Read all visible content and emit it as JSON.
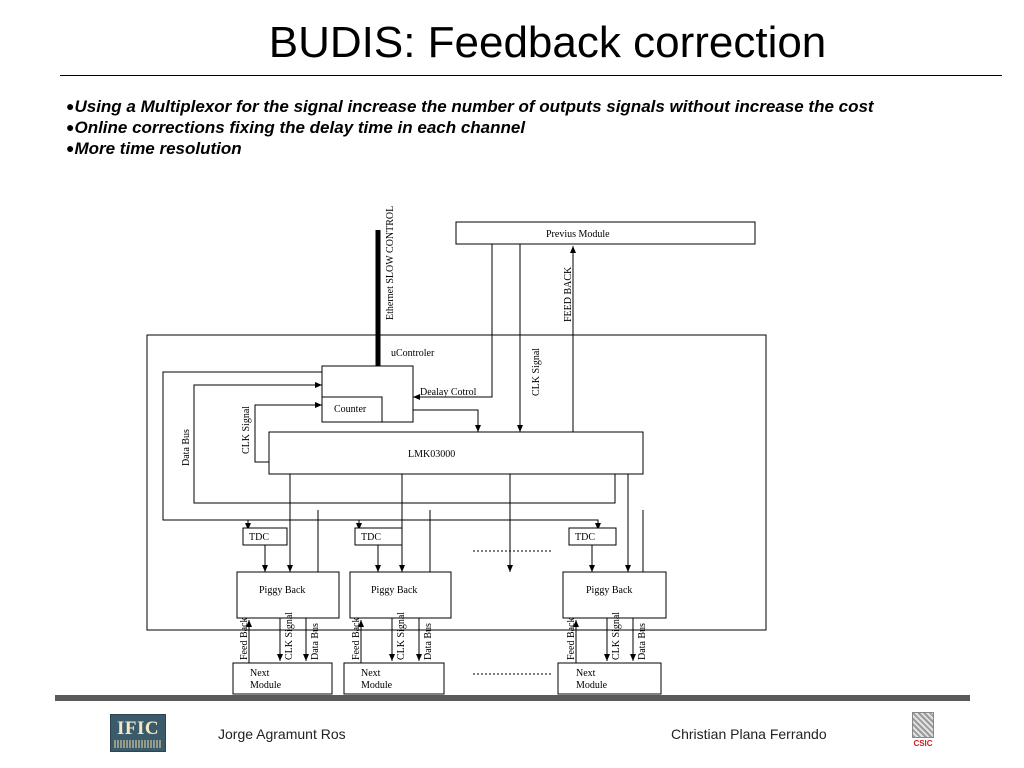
{
  "slide": {
    "title": "BUDIS: Feedback correction",
    "bullets": [
      "Using a Multiplexor for the signal increase the number of outputs signals without increase the cost",
      "Online corrections fixing the delay time in each channel",
      "More time resolution"
    ]
  },
  "diagram": {
    "previus_module": "Previus Module",
    "ethernet": "Ethernet SLOW CONTROL",
    "feedback_top": "FEED BACK",
    "ucontroler": "uControler",
    "counter": "Counter",
    "dealay_cotrol": "Dealay Cotrol",
    "clk_signal": "CLK Signal",
    "data_bus": "Data Bus",
    "lmk": "LMK03000",
    "tdc": "TDC",
    "piggy_back": "Piggy Back",
    "feed_back": "Feed Back",
    "next_module": [
      "Next",
      "Module"
    ]
  },
  "footer": {
    "left_author": "Jorge Agramunt Ros",
    "right_author": "Christian Plana Ferrando",
    "left_logo_text": "IFIC",
    "right_logo_text": "CSIC"
  }
}
